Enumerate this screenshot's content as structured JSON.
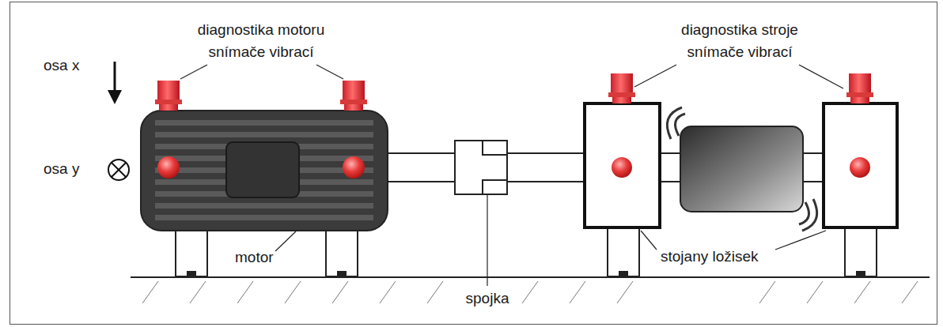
{
  "diagram": {
    "labels": [
      "diagnostika motoru",
      "snímače vibrací",
      "diagnostika stroje",
      "snímače vibrací",
      "osa x",
      "osa y",
      "motor",
      "spojka",
      "stojany ložisek"
    ]
  }
}
